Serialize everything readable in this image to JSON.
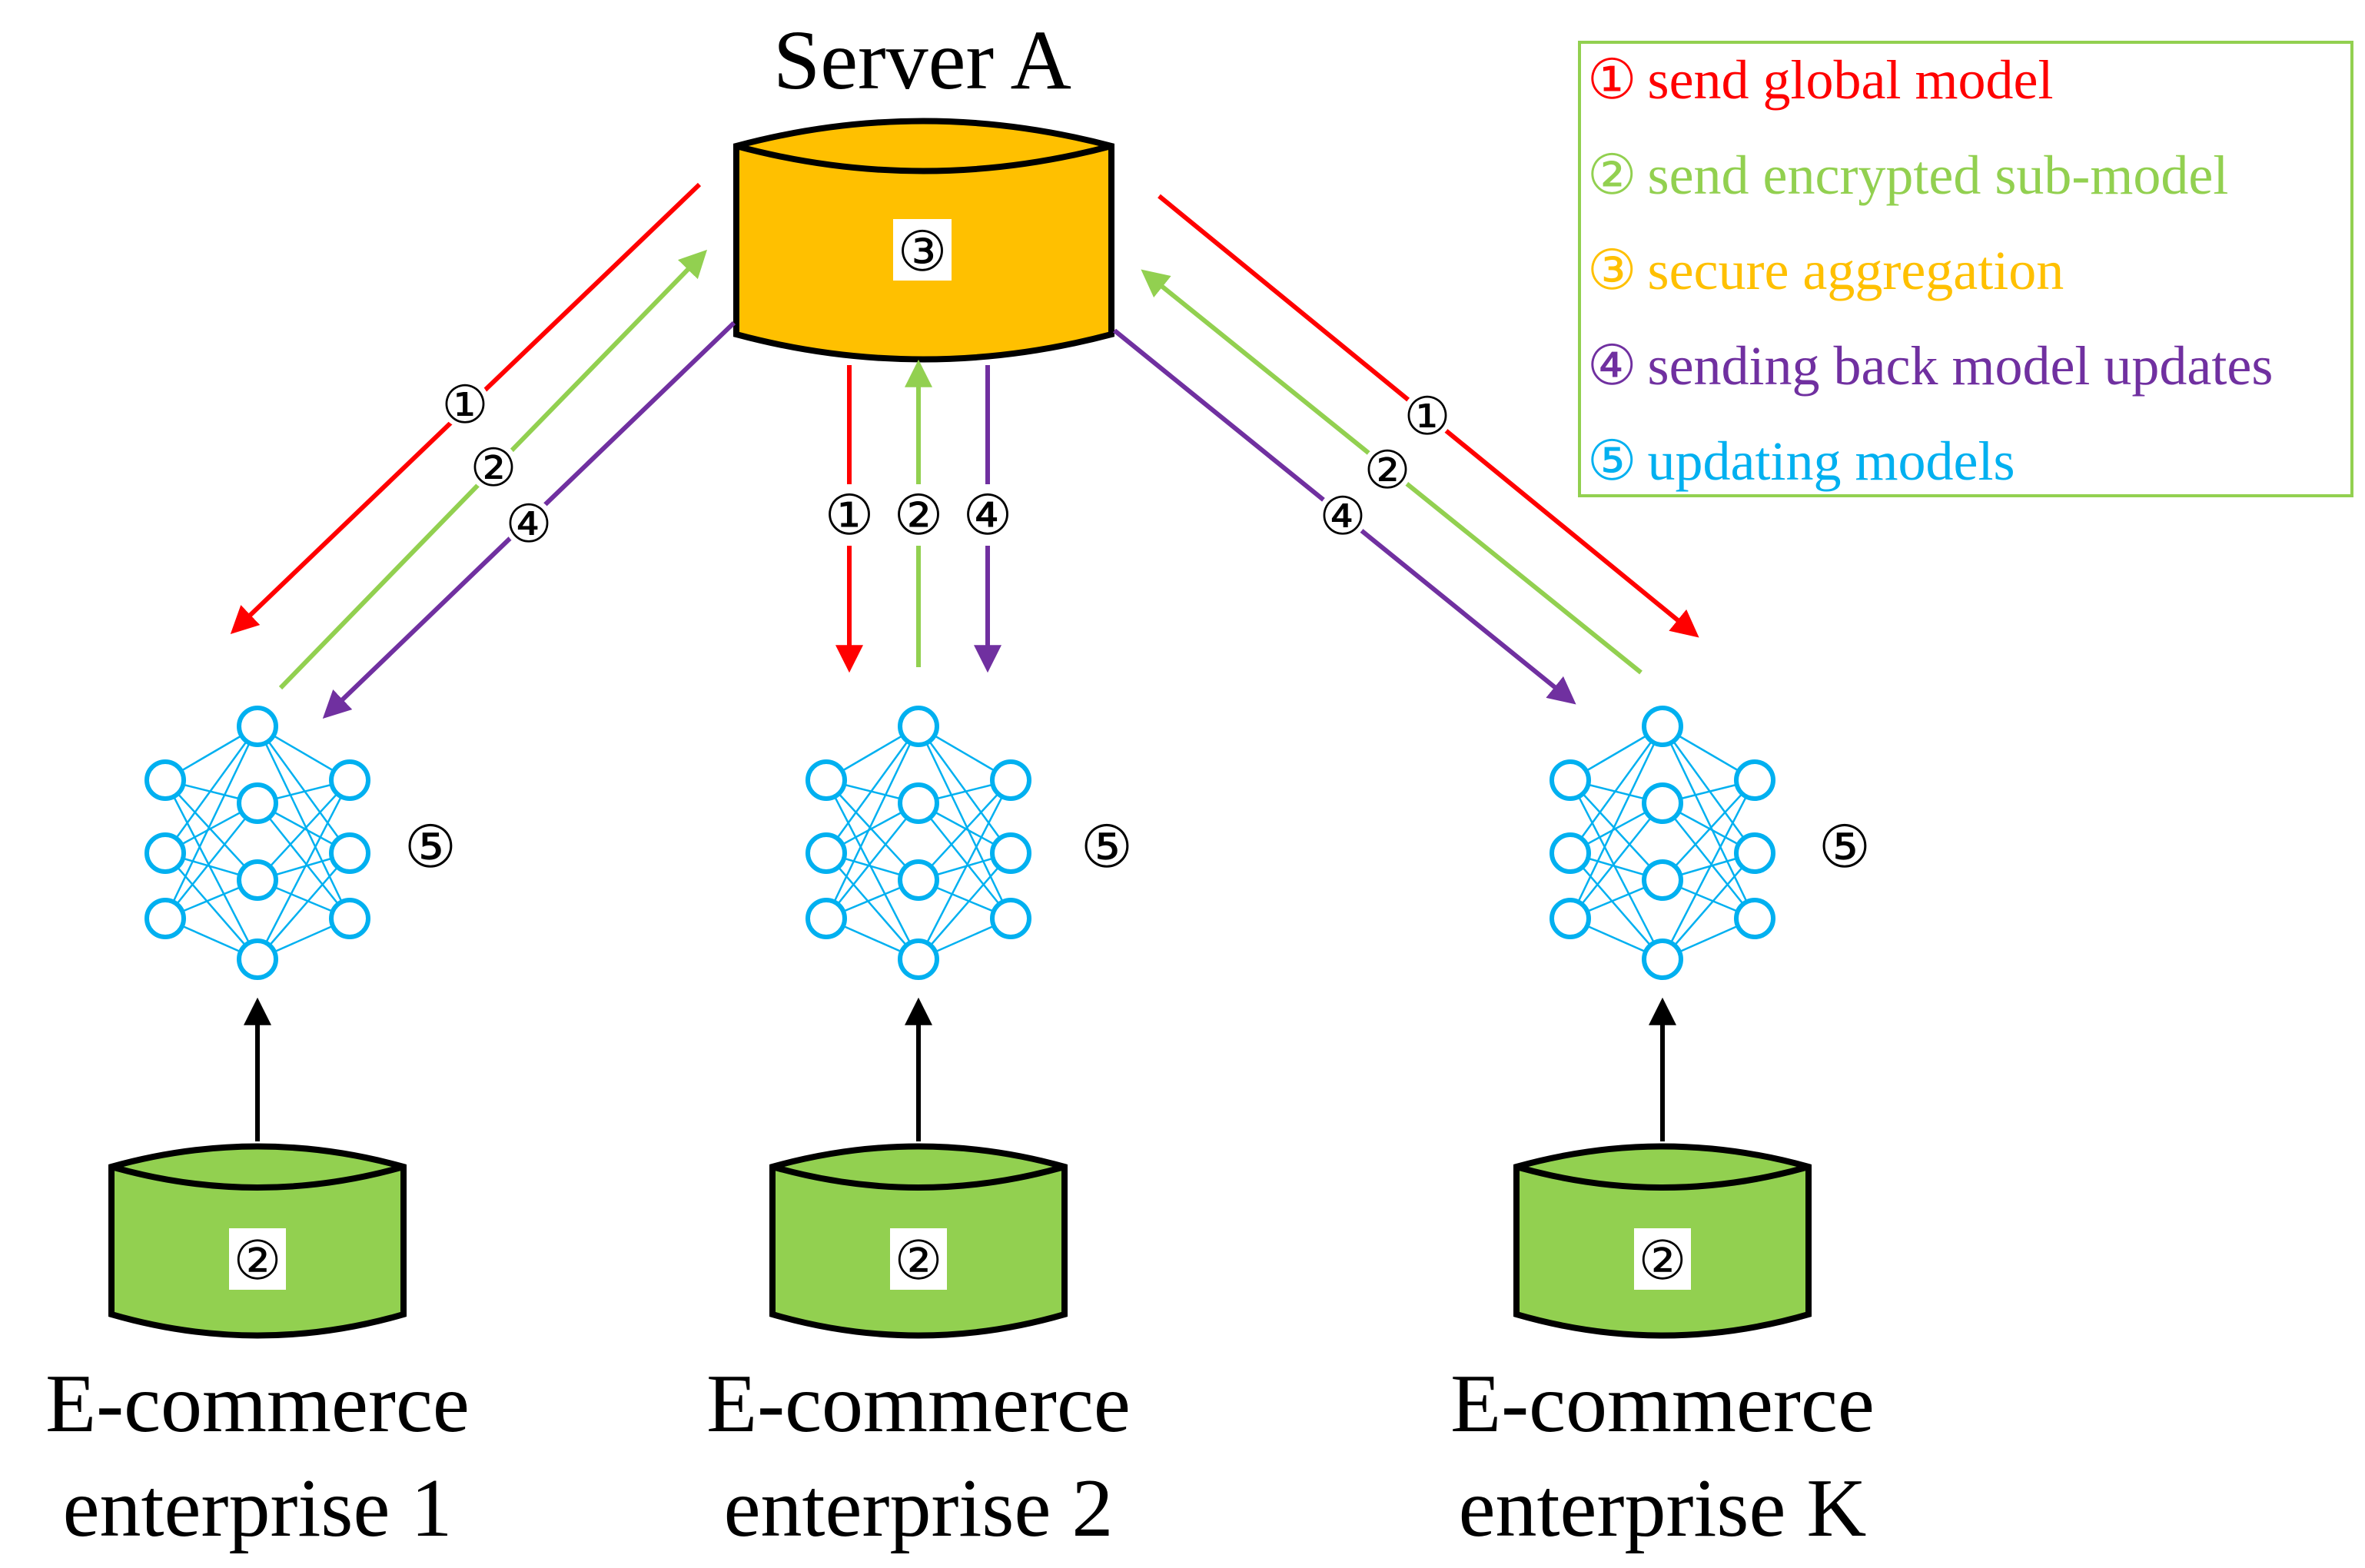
{
  "server": {
    "title": "Server A",
    "step_marker": "③",
    "fill": "#FFC000"
  },
  "legend": {
    "items": [
      {
        "marker": "①",
        "text": "send global model",
        "color": "#FF0000"
      },
      {
        "marker": "②",
        "text": "send encrypted sub-model",
        "color": "#92D050"
      },
      {
        "marker": "③",
        "text": "secure aggregation",
        "color": "#FFC000"
      },
      {
        "marker": "④",
        "text": "sending back model updates",
        "color": "#7030A0"
      },
      {
        "marker": "⑤",
        "text": "updating models",
        "color": "#00B0F0"
      }
    ],
    "border_color": "#92D050"
  },
  "flow_labels": {
    "send_global": "①",
    "send_encrypted": "②",
    "send_back": "④",
    "update": "⑤"
  },
  "enterprises": [
    {
      "name_line1": "E-commerce",
      "name_line2": "enterprise 1",
      "db_marker": "②",
      "model_marker": "⑤"
    },
    {
      "name_line1": "E-commerce",
      "name_line2": "enterprise 2",
      "db_marker": "②",
      "model_marker": "⑤"
    },
    {
      "name_line1": "E-commerce",
      "name_line2": "enterprise K",
      "db_marker": "②",
      "model_marker": "⑤"
    }
  ],
  "colors": {
    "red": "#FF0000",
    "green": "#92D050",
    "purple": "#7030A0",
    "blue": "#00B0F0",
    "db_fill": "#92D050",
    "black": "#000000"
  }
}
